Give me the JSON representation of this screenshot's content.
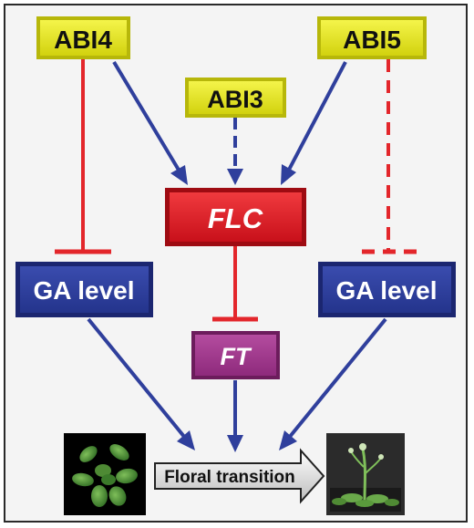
{
  "nodes": {
    "abi4": "ABI4",
    "abi5": "ABI5",
    "abi3": "ABI3",
    "flc": "FLC",
    "ga_left": "GA level",
    "ga_right": "GA level",
    "ft": "FT",
    "floral": "Floral transition"
  },
  "colors": {
    "activation": "#2f3f9c",
    "repression": "#e3262b",
    "abi_box": "#e6e61a",
    "flc_box": "#e0161d",
    "ga_box": "#2d3f9e",
    "ft_box": "#a5358f",
    "frame_bg": "#f4f4f4"
  },
  "icons": [
    "young-rosette-plant-photo",
    "flowering-plant-photo"
  ]
}
